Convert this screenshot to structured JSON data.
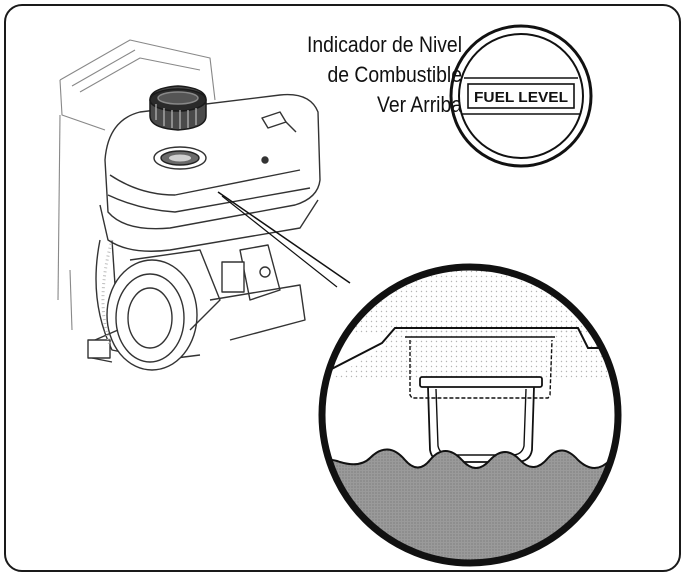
{
  "caption": {
    "line1": "Indicador de Nivel",
    "line2": "de Combustible",
    "line3": "Ver Arriba"
  },
  "gauge": {
    "label": "FUEL LEVEL"
  },
  "icons": [
    "engine-illustration",
    "fuel-cap-icon",
    "fuel-gauge-icon",
    "magnified-fuel-filter-view"
  ],
  "colors": {
    "line": "#1a1a1a",
    "fuel_fill": "#8f8f8f",
    "stipple": "#d4d4d4"
  }
}
